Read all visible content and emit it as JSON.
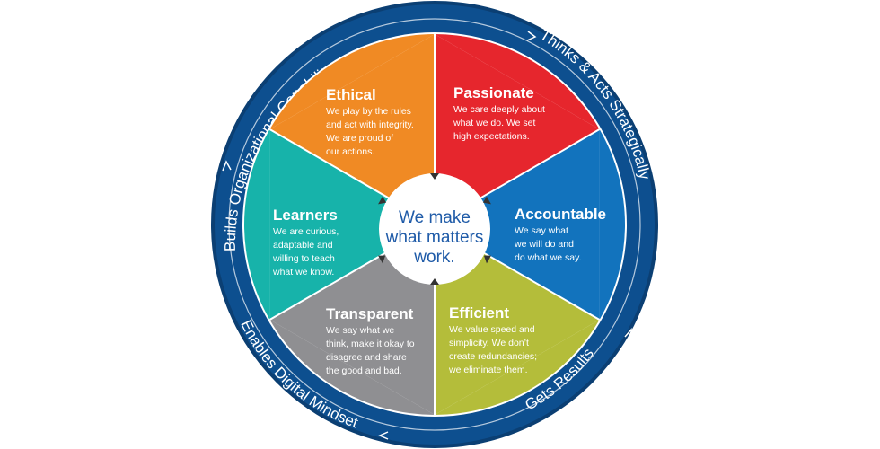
{
  "center": {
    "lines": [
      "We make",
      "what matters",
      "work."
    ]
  },
  "ring": {
    "labels": [
      "Builds Organizational Capability",
      "Thinks & Acts Strategically",
      "Gets Results",
      "Enables Digital Mindset"
    ]
  },
  "segments": [
    {
      "title": "Ethical",
      "color": "#f08a24",
      "lines": [
        "We play by the rules",
        "and act with integrity.",
        "We are proud of",
        "our actions."
      ]
    },
    {
      "title": "Passionate",
      "color": "#e6262d",
      "lines": [
        "We care deeply about",
        "what we do. We set",
        "high expectations."
      ]
    },
    {
      "title": "Accountable",
      "color": "#1273bd",
      "lines": [
        "We say what",
        "we will do and",
        "do what we say."
      ]
    },
    {
      "title": "Efficient",
      "color": "#b4bd3a",
      "lines": [
        "We value speed and",
        "simplicity. We don’t",
        "create redundancies;",
        "we eliminate them."
      ]
    },
    {
      "title": "Transparent",
      "color": "#8f8f92",
      "lines": [
        "We say what we",
        "think, make it okay to",
        "disagree and share",
        "the good and bad."
      ]
    },
    {
      "title": "Learners",
      "color": "#17b3aa",
      "lines": [
        "We are curious,",
        "adaptable and",
        "willing to teach",
        "what we know."
      ]
    }
  ],
  "colors": {
    "ring_dark": "#0d4f8f",
    "ring_border": "#0b3f73",
    "center_fill": "#ffffff",
    "center_text": "#1f5ba8"
  }
}
